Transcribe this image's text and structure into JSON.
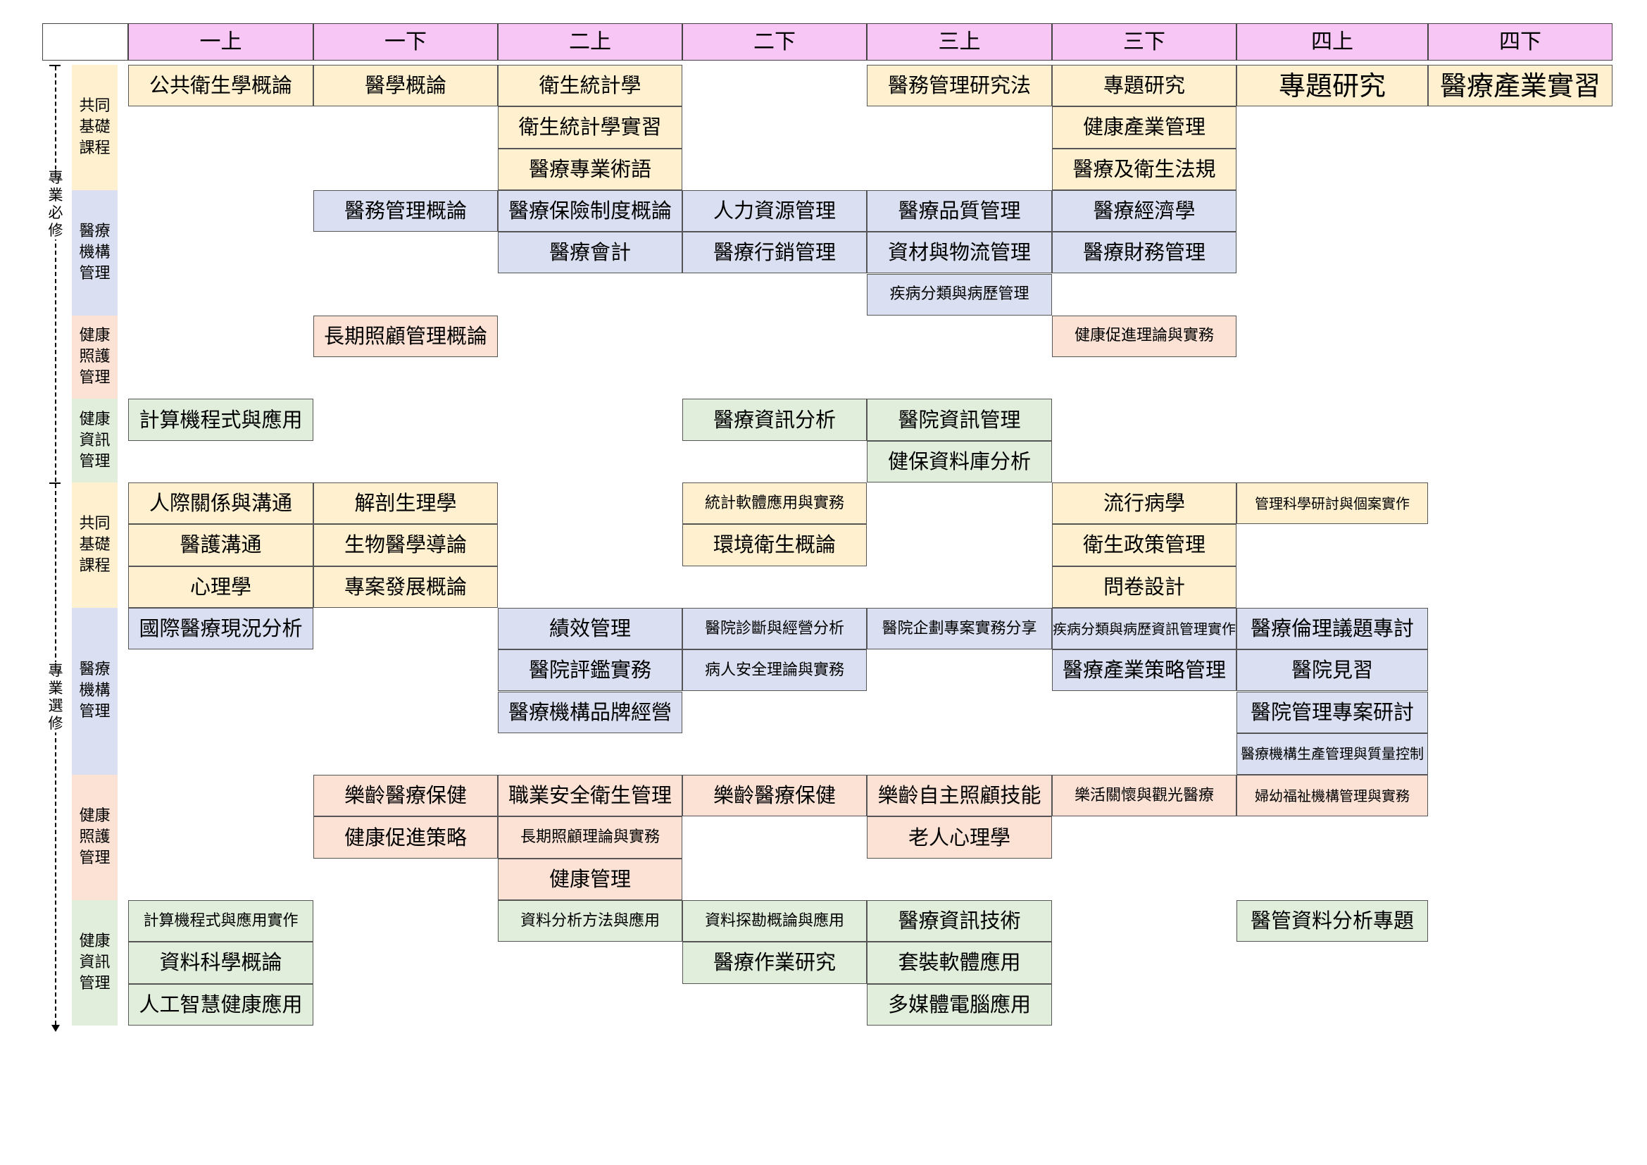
{
  "semesters": [
    "一上",
    "一下",
    "二上",
    "二下",
    "三上",
    "三下",
    "四上",
    "四下"
  ],
  "sections": [
    {
      "label": "專業必修"
    },
    {
      "label": "專業選修"
    }
  ],
  "categories": [
    {
      "label": "共同基礎課程",
      "color": "#fff1cf"
    },
    {
      "label": "醫療機構管理",
      "color": "#dae0f1"
    },
    {
      "label": "健康照護管理",
      "color": "#fce2d5"
    },
    {
      "label": "健康資訊管理",
      "color": "#e0eedb"
    },
    {
      "label": "共同基礎課程",
      "color": "#fff1cf"
    },
    {
      "label": "醫療機構管理",
      "color": "#dae0f1"
    },
    {
      "label": "健康照護管理",
      "color": "#fce2d5"
    },
    {
      "label": "健康資訊管理",
      "color": "#e0eedb"
    }
  ],
  "courses": [
    {
      "name": "公共衛生學概論"
    },
    {
      "name": "醫學概論"
    },
    {
      "name": "衛生統計學"
    },
    {
      "name": "醫務管理研究法"
    },
    {
      "name": "專題研究"
    },
    {
      "name": "專題研究"
    },
    {
      "name": "醫療產業實習"
    },
    {
      "name": "衛生統計學實習"
    },
    {
      "name": "健康產業管理"
    },
    {
      "name": "醫療專業術語"
    },
    {
      "name": "醫療及衛生法規"
    },
    {
      "name": "醫務管理概論"
    },
    {
      "name": "醫療保險制度概論"
    },
    {
      "name": "人力資源管理"
    },
    {
      "name": "醫療品質管理"
    },
    {
      "name": "醫療經濟學"
    },
    {
      "name": "醫療會計"
    },
    {
      "name": "醫療行銷管理"
    },
    {
      "name": "資材與物流管理"
    },
    {
      "name": "醫療財務管理"
    },
    {
      "name": "疾病分類與病歷管理"
    },
    {
      "name": "長期照顧管理概論"
    },
    {
      "name": "健康促進理論與實務"
    },
    {
      "name": "計算機程式與應用"
    },
    {
      "name": "醫療資訊分析"
    },
    {
      "name": "醫院資訊管理"
    },
    {
      "name": "健保資料庫分析"
    },
    {
      "name": "人際關係與溝通"
    },
    {
      "name": "解剖生理學"
    },
    {
      "name": "統計軟體應用與實務"
    },
    {
      "name": "流行病學"
    },
    {
      "name": "管理科學研討與個案實作"
    },
    {
      "name": "醫護溝通"
    },
    {
      "name": "生物醫學導論"
    },
    {
      "name": "環境衛生概論"
    },
    {
      "name": "衛生政策管理"
    },
    {
      "name": "心理學"
    },
    {
      "name": "專案發展概論"
    },
    {
      "name": "問卷設計"
    },
    {
      "name": "國際醫療現況分析"
    },
    {
      "name": "績效管理"
    },
    {
      "name": "醫院診斷與經營分析"
    },
    {
      "name": "醫院企劃專案實務分享"
    },
    {
      "name": "疾病分類與病歷資訊管理實作"
    },
    {
      "name": "醫療倫理議題專討"
    },
    {
      "name": "醫院評鑑實務"
    },
    {
      "name": "病人安全理論與實務"
    },
    {
      "name": "醫療產業策略管理"
    },
    {
      "name": "醫院見習"
    },
    {
      "name": "醫療機構品牌經營"
    },
    {
      "name": "醫院管理專案研討"
    },
    {
      "name": "醫療機構生產管理與質量控制"
    },
    {
      "name": "樂齡醫療保健"
    },
    {
      "name": "職業安全衛生管理"
    },
    {
      "name": "樂齡醫療保健"
    },
    {
      "name": "樂齡自主照顧技能"
    },
    {
      "name": "樂活關懷與觀光醫療"
    },
    {
      "name": "婦幼福祉機構管理與實務"
    },
    {
      "name": "健康促進策略"
    },
    {
      "name": "長期照顧理論與實務"
    },
    {
      "name": "老人心理學"
    },
    {
      "name": "健康管理"
    },
    {
      "name": "計算機程式與應用實作"
    },
    {
      "name": "資料分析方法與應用"
    },
    {
      "name": "資料探勘概論與應用"
    },
    {
      "name": "醫療資訊技術"
    },
    {
      "name": "醫管資料分析專題"
    },
    {
      "name": "資料科學概論"
    },
    {
      "name": "醫療作業研究"
    },
    {
      "name": "套裝軟體應用"
    },
    {
      "name": "人工智慧健康應用"
    },
    {
      "name": "多媒體電腦應用"
    }
  ]
}
